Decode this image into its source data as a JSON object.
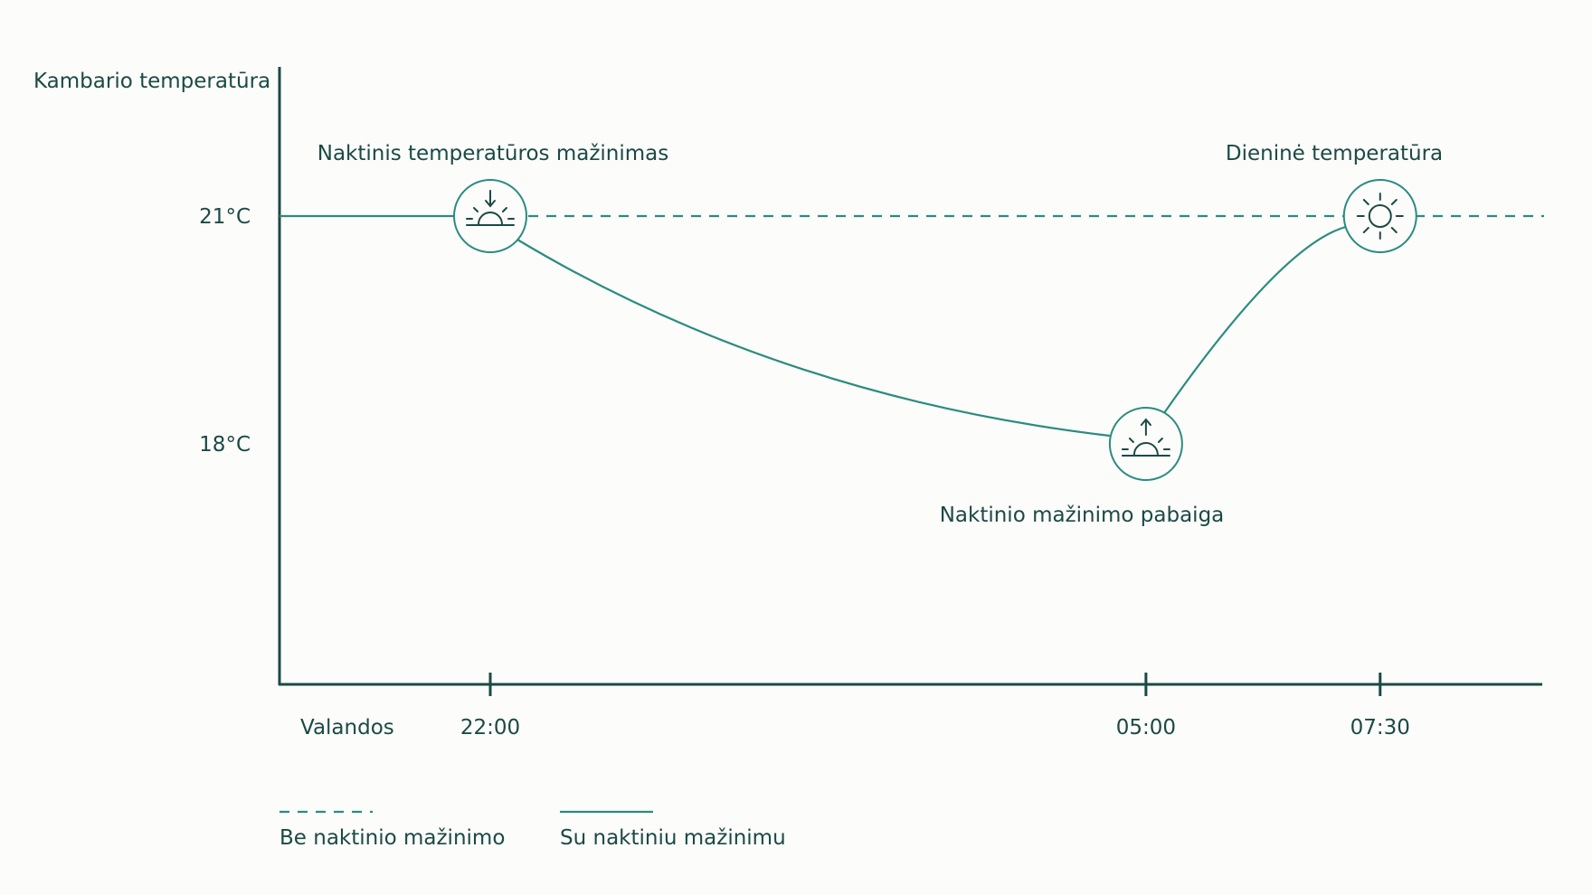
{
  "colors": {
    "text": "#1b4a45",
    "axis": "#1b4a45",
    "series": "#2a8c7e",
    "background": "#fcfcfb"
  },
  "chart_data": {
    "type": "line",
    "ylabel": "Kambario temperatūra",
    "xlabel": "Valandos",
    "yticks": [
      {
        "value": 21,
        "label": "21°C"
      },
      {
        "value": 18,
        "label": "18°C"
      }
    ],
    "xticks": [
      {
        "value": "22:00",
        "label": "22:00"
      },
      {
        "value": "05:00",
        "label": "05:00"
      },
      {
        "value": "07:30",
        "label": "07:30"
      }
    ],
    "series": [
      {
        "name": "Be naktinio mažinimo",
        "style": "dashed",
        "points": [
          {
            "time": "19:45",
            "temp": 21
          },
          {
            "time": "22:00",
            "temp": 21
          },
          {
            "time": "07:30",
            "temp": 21
          },
          {
            "time": "09:15",
            "temp": 21
          }
        ]
      },
      {
        "name": "Su naktiniu mažinimu",
        "style": "solid",
        "points": [
          {
            "time": "19:45",
            "temp": 21
          },
          {
            "time": "22:00",
            "temp": 21
          },
          {
            "time": "05:00",
            "temp": 18
          },
          {
            "time": "07:30",
            "temp": 21
          }
        ]
      }
    ],
    "annotations": [
      {
        "id": "night-setback-start",
        "text": "Naktinis temperatūros mažinimas",
        "time": "22:00",
        "temp": 21,
        "icon": "sunset-arrow-down-icon",
        "label_position": "above"
      },
      {
        "id": "night-setback-end",
        "text": "Naktinio mažinimo pabaiga",
        "time": "05:00",
        "temp": 18,
        "icon": "sunrise-arrow-up-icon",
        "label_position": "below"
      },
      {
        "id": "day-temperature",
        "text": "Dieninė temperatūra",
        "time": "07:30",
        "temp": 21,
        "icon": "sun-icon",
        "label_position": "above"
      }
    ],
    "legend": {
      "position": "bottom-left",
      "items": [
        {
          "label": "Be naktinio mažinimo",
          "style": "dashed"
        },
        {
          "label": "Su naktiniu mažinimu",
          "style": "solid"
        }
      ]
    },
    "grid": false
  }
}
